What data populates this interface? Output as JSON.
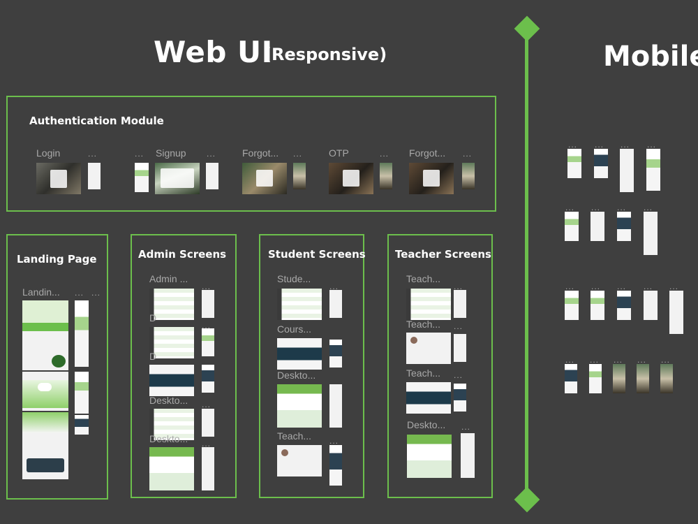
{
  "titles": {
    "web": "Web UI",
    "web_sub": "(Responsive)",
    "mobile": "Mobile"
  },
  "colors": {
    "accent": "#6cbf4c",
    "background": "#3f3f3f"
  },
  "dots": "...",
  "auth": {
    "title": "Authentication Module",
    "frames": [
      "Login",
      "Signup",
      "Forgot...",
      "OTP",
      "Forgot..."
    ]
  },
  "landing": {
    "title": "Landing Page",
    "frames": [
      "Landin..."
    ]
  },
  "admin": {
    "title": "Admin Screens",
    "frames": [
      "Admin ...",
      "D",
      "D",
      "Deskto...",
      "Deskto..."
    ]
  },
  "student": {
    "title": "Student Screens",
    "frames": [
      "Stude...",
      "Cours...",
      "Deskto...",
      "Teach..."
    ]
  },
  "teacher": {
    "title": "Teacher Screens",
    "frames": [
      "Teach...",
      "Teach...",
      "Teach...",
      "Deskto..."
    ]
  }
}
